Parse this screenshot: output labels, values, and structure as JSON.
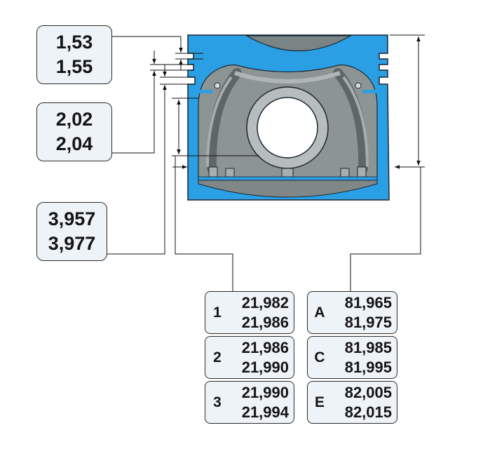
{
  "callouts": [
    {
      "values": [
        "1,53",
        "1,55"
      ]
    },
    {
      "values": [
        "2,02",
        "2,04"
      ]
    },
    {
      "values": [
        "3,957",
        "3,977"
      ]
    }
  ],
  "pin_groups": [
    {
      "label": "1",
      "values": [
        "21,982",
        "21,986"
      ]
    },
    {
      "label": "2",
      "values": [
        "21,986",
        "21,990"
      ]
    },
    {
      "label": "3",
      "values": [
        "21,990",
        "21,994"
      ]
    }
  ],
  "piston_groups": [
    {
      "label": "A",
      "values": [
        "81,965",
        "81,975"
      ]
    },
    {
      "label": "C",
      "values": [
        "81,985",
        "81,995"
      ]
    },
    {
      "label": "E",
      "values": [
        "82,005",
        "82,015"
      ]
    }
  ],
  "colors": {
    "piston_section": "#2a9fe4",
    "piston_interior": "#8d9494",
    "pin_boss": "#b7bcbc",
    "outline": "#1b2733",
    "callout_fill": "#eef3f8"
  }
}
